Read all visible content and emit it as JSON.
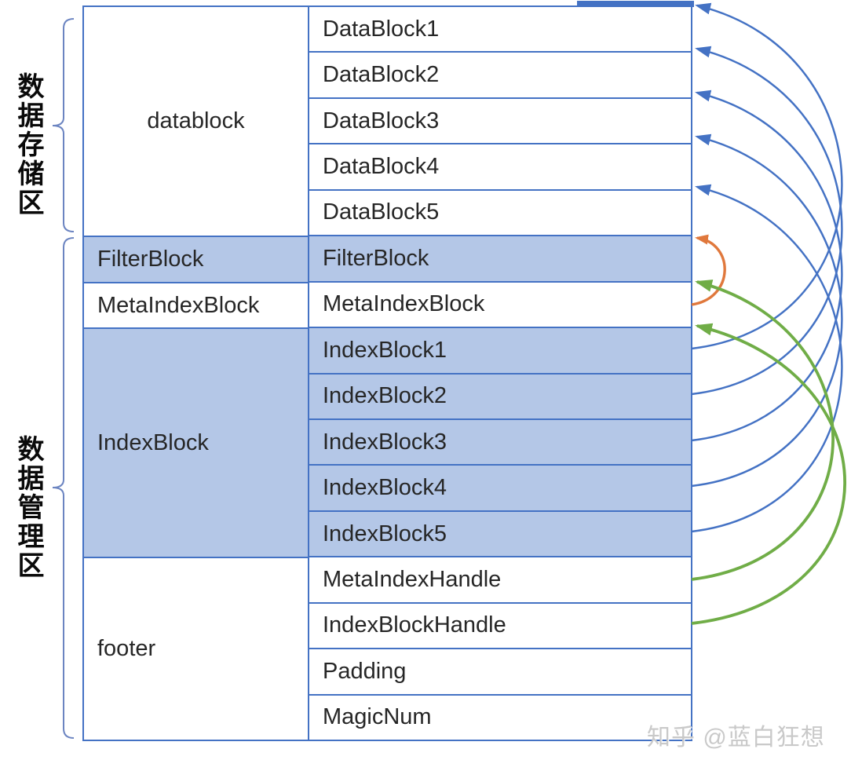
{
  "labels": {
    "storage_area": "数据存储区",
    "management_area": "数据管理区"
  },
  "table": {
    "left_cells": [
      {
        "label": "datablock"
      },
      {
        "label": "FilterBlock"
      },
      {
        "label": "MetaIndexBlock"
      },
      {
        "label": "IndexBlock"
      },
      {
        "label": "footer"
      }
    ],
    "right_rows": [
      {
        "label": "DataBlock1"
      },
      {
        "label": "DataBlock2"
      },
      {
        "label": "DataBlock3"
      },
      {
        "label": "DataBlock4"
      },
      {
        "label": "DataBlock5"
      },
      {
        "label": "FilterBlock"
      },
      {
        "label": "MetaIndexBlock"
      },
      {
        "label": "IndexBlock1"
      },
      {
        "label": "IndexBlock2"
      },
      {
        "label": "IndexBlock3"
      },
      {
        "label": "IndexBlock4"
      },
      {
        "label": "IndexBlock5"
      },
      {
        "label": "MetaIndexHandle"
      },
      {
        "label": "IndexBlockHandle"
      },
      {
        "label": "Padding"
      },
      {
        "label": "MagicNum"
      }
    ]
  },
  "arrows": [
    {
      "from": "IndexBlock1",
      "to": "DataBlock1",
      "color": "blue"
    },
    {
      "from": "IndexBlock2",
      "to": "DataBlock2",
      "color": "blue"
    },
    {
      "from": "IndexBlock3",
      "to": "DataBlock3",
      "color": "blue"
    },
    {
      "from": "IndexBlock4",
      "to": "DataBlock4",
      "color": "blue"
    },
    {
      "from": "IndexBlock5",
      "to": "DataBlock5",
      "color": "blue"
    },
    {
      "from": "MetaIndexBlock",
      "to": "FilterBlock",
      "color": "orange"
    },
    {
      "from": "MetaIndexHandle",
      "to": "MetaIndexBlock",
      "color": "green"
    },
    {
      "from": "IndexBlockHandle",
      "to": "IndexBlock1",
      "color": "green"
    }
  ],
  "watermark": "知乎 @蓝白狂想",
  "colors": {
    "border_blue": "#4472c4",
    "fill_light": "#b4c7e7",
    "arrow_blue": "#4472c4",
    "arrow_green": "#70ad47",
    "arrow_orange": "#e0783c",
    "brace_blue": "#6b84c1",
    "text_dark": "#262626",
    "watermark_gray": "#c9c9c9"
  }
}
